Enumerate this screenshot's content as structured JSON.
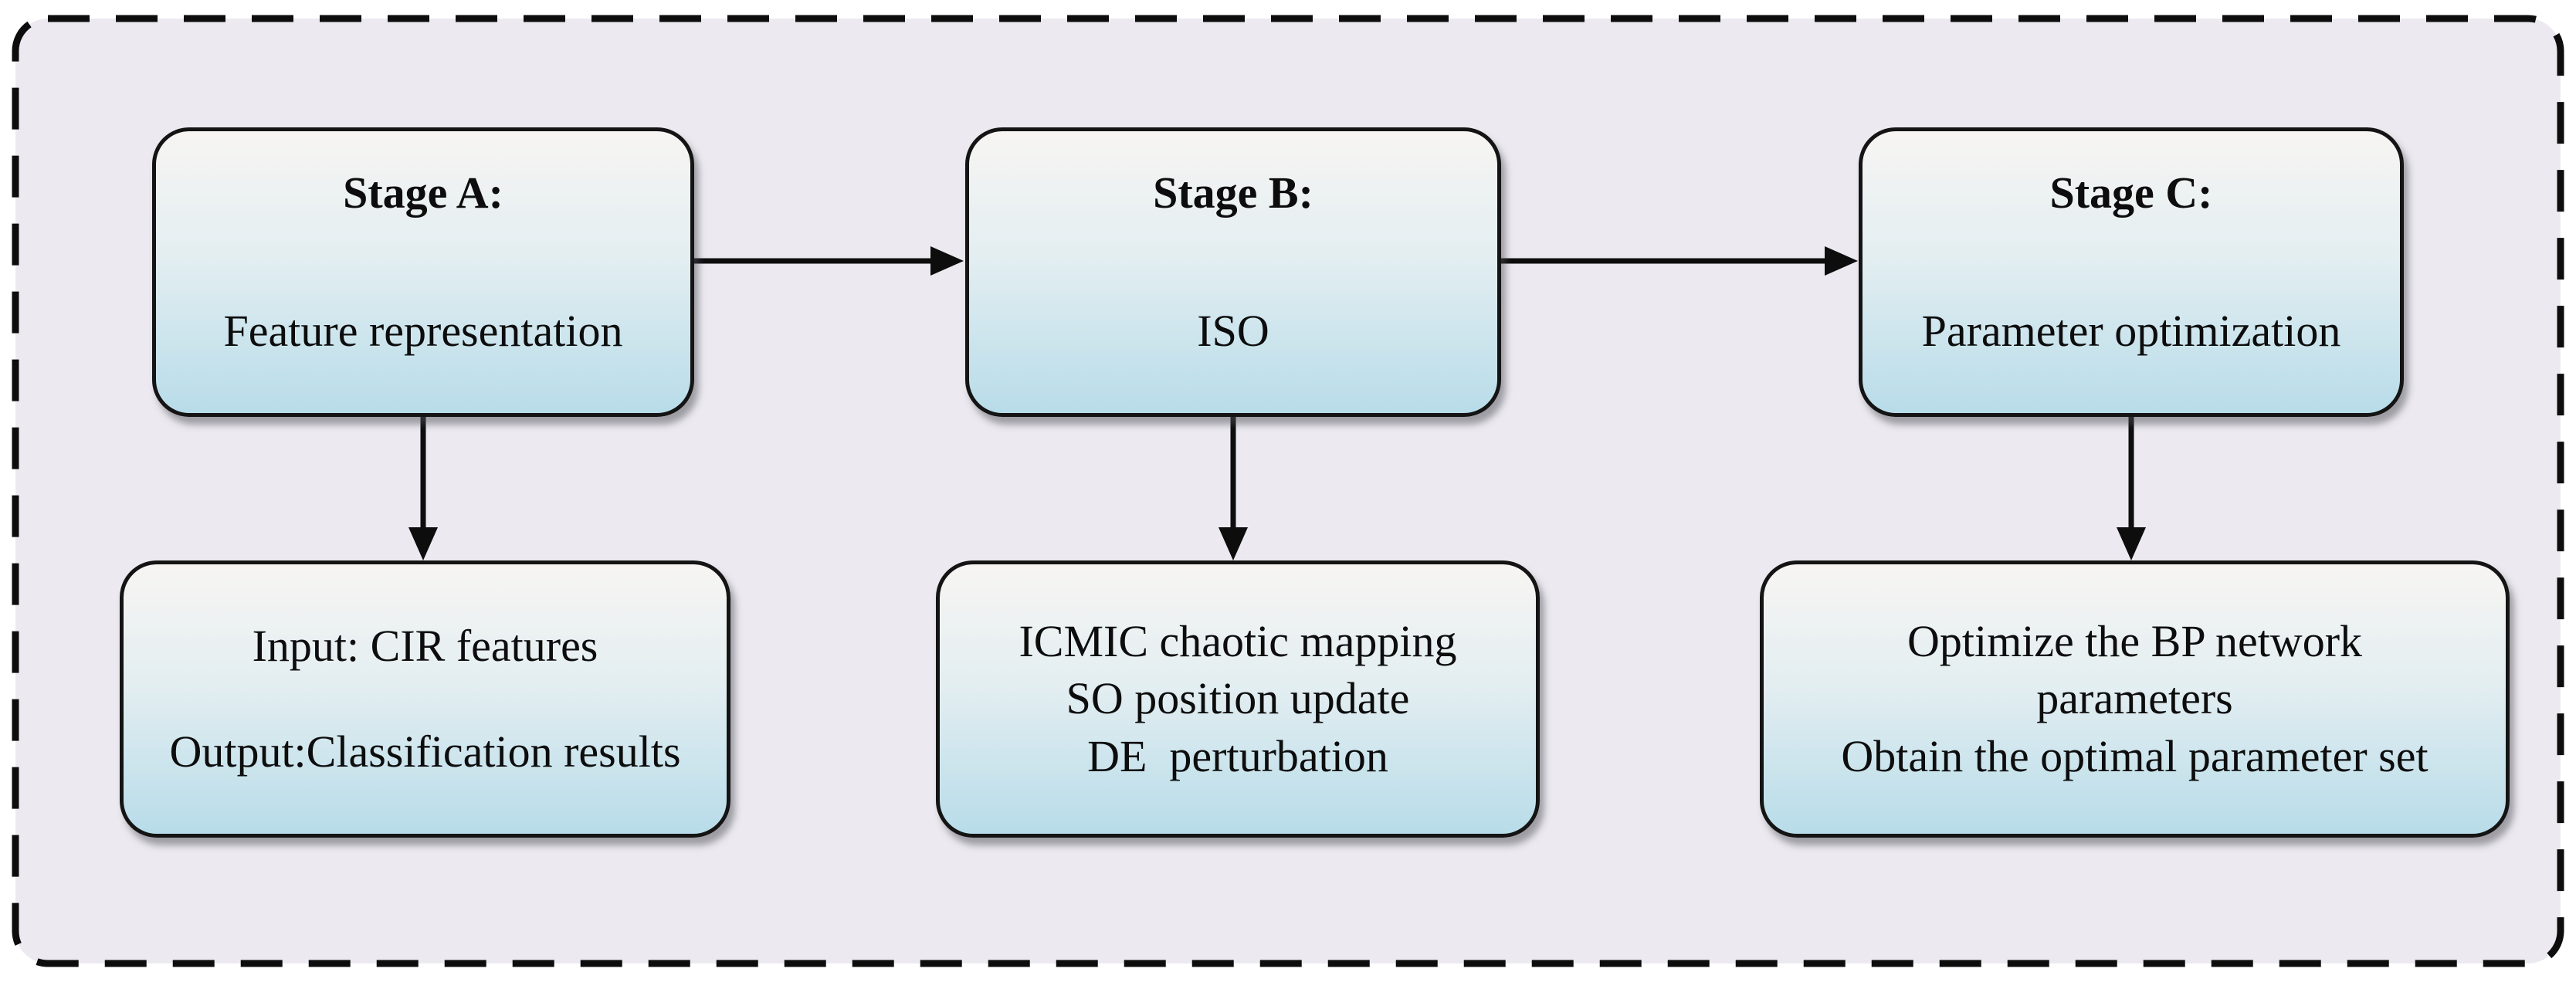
{
  "colors": {
    "page_background": "#ffffff",
    "frame_background": "#eceaf0",
    "frame_border": "#0d0d0d",
    "box_gradient_top": "#f7f5f3",
    "box_gradient_bottom": "#b8dce9",
    "box_border": "#141414",
    "arrow": "#0d0d0d",
    "text": "#0d0d0d"
  },
  "stages": {
    "top": [
      {
        "title": "Stage A:",
        "subtitle": "Feature representation"
      },
      {
        "title": "Stage B:",
        "subtitle": "ISO"
      },
      {
        "title": "Stage C:",
        "subtitle": "Parameter optimization"
      }
    ],
    "bottom": [
      {
        "lines": [
          "Input: CIR features",
          "Output:Classification results"
        ]
      },
      {
        "lines": [
          "ICMIC chaotic mapping",
          "SO position update",
          "DE  perturbation"
        ]
      },
      {
        "lines": [
          "Optimize the BP network parameters",
          "Obtain the optimal parameter set"
        ]
      }
    ]
  }
}
